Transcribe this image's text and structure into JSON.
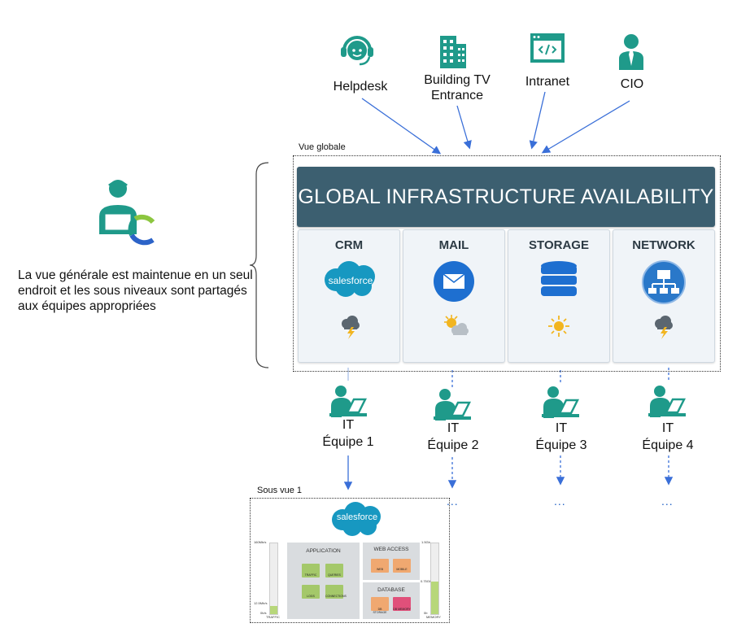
{
  "sources": [
    {
      "label": "Helpdesk",
      "icon": "headset-agent-icon"
    },
    {
      "label": "Building TV\nEntrance",
      "icon": "building-icon"
    },
    {
      "label": "Intranet",
      "icon": "browser-code-icon"
    },
    {
      "label": "CIO",
      "icon": "person-tie-icon"
    }
  ],
  "global_view": {
    "frame_title": "Vue globale",
    "banner_title": "GLOBAL INFRASTRUCTURE AVAILABILITY",
    "tiles": [
      {
        "title": "CRM",
        "logo": "salesforce",
        "logo_text": "salesforce",
        "status": "storm-icon"
      },
      {
        "title": "MAIL",
        "logo": "mail-icon",
        "status": "partly-sunny-icon"
      },
      {
        "title": "STORAGE",
        "logo": "database-icon",
        "status": "sun-icon"
      },
      {
        "title": "NETWORK",
        "logo": "network-icon",
        "status": "storm-icon"
      }
    ]
  },
  "side_note": "La vue générale est maintenue en un seul endroit et les sous niveaux sont partagés aux équipes appropriées",
  "teams": [
    {
      "line1": "IT",
      "line2": "Équipe  1"
    },
    {
      "line1": "IT",
      "line2": "Équipe  2"
    },
    {
      "line1": "IT",
      "line2": "Équipe  3"
    },
    {
      "line1": "IT",
      "line2": "Équipe  4"
    }
  ],
  "ellipsis": "...",
  "sub_view": {
    "frame_title": "Sous vue 1",
    "logo_text": "salesforce",
    "sections": {
      "application": "APPLICATION",
      "web_access": "WEB ACCESS",
      "database": "DATABASE"
    },
    "app_tiles": [
      "TRAFFIC",
      "QUERIES",
      "LOGS",
      "CONNECTIONS"
    ],
    "web_tiles": [
      "WEB",
      "MOBILE"
    ],
    "db_tiles": [
      "DB STORAGE",
      "DB MEMORY"
    ],
    "left_gauge": {
      "top": "160Mb/s",
      "mid": "12.5Mb/s",
      "low": "0b/s",
      "caption": "TRAFFIC"
    },
    "right_gauge": {
      "top": "1.5Gb",
      "mid": "0.75Gb",
      "low": "0b",
      "caption": "MEMORY"
    }
  },
  "colors": {
    "teal": "#1f9a8a",
    "banner": "#3c5f70",
    "arrow": "#3a6fd8",
    "salesforce": "#1798c1"
  }
}
